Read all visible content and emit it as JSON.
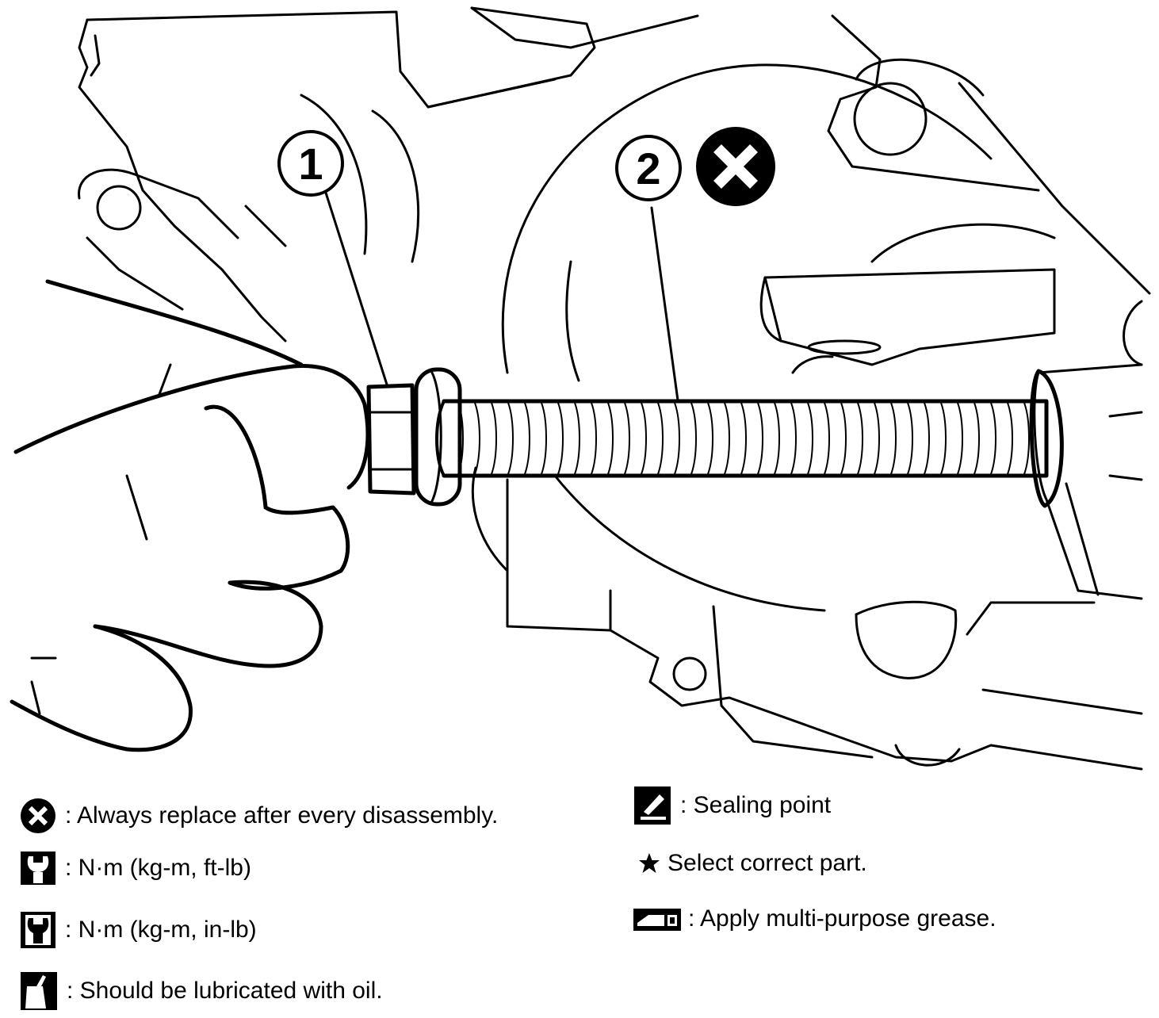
{
  "callouts": [
    {
      "id": "1",
      "label": "1"
    },
    {
      "id": "2",
      "label": "2"
    }
  ],
  "legend": {
    "replace": {
      "icon": "x-circle-icon",
      "text": ": Always replace after every disassembly."
    },
    "torque_ft": {
      "icon": "wrench-icon",
      "text": ": N·m (kg-m, ft-lb)"
    },
    "torque_in": {
      "icon": "wrench-filled-icon",
      "text": ": N·m (kg-m, in-lb)"
    },
    "oil": {
      "icon": "oil-can-icon",
      "text": ": Should be lubricated with oil."
    },
    "sealing": {
      "icon": "sealant-tube-icon",
      "text": ": Sealing point"
    },
    "select": {
      "icon": "star-icon",
      "text": "Select correct part."
    },
    "grease": {
      "icon": "grease-gun-icon",
      "text": ": Apply multi-purpose grease."
    }
  }
}
